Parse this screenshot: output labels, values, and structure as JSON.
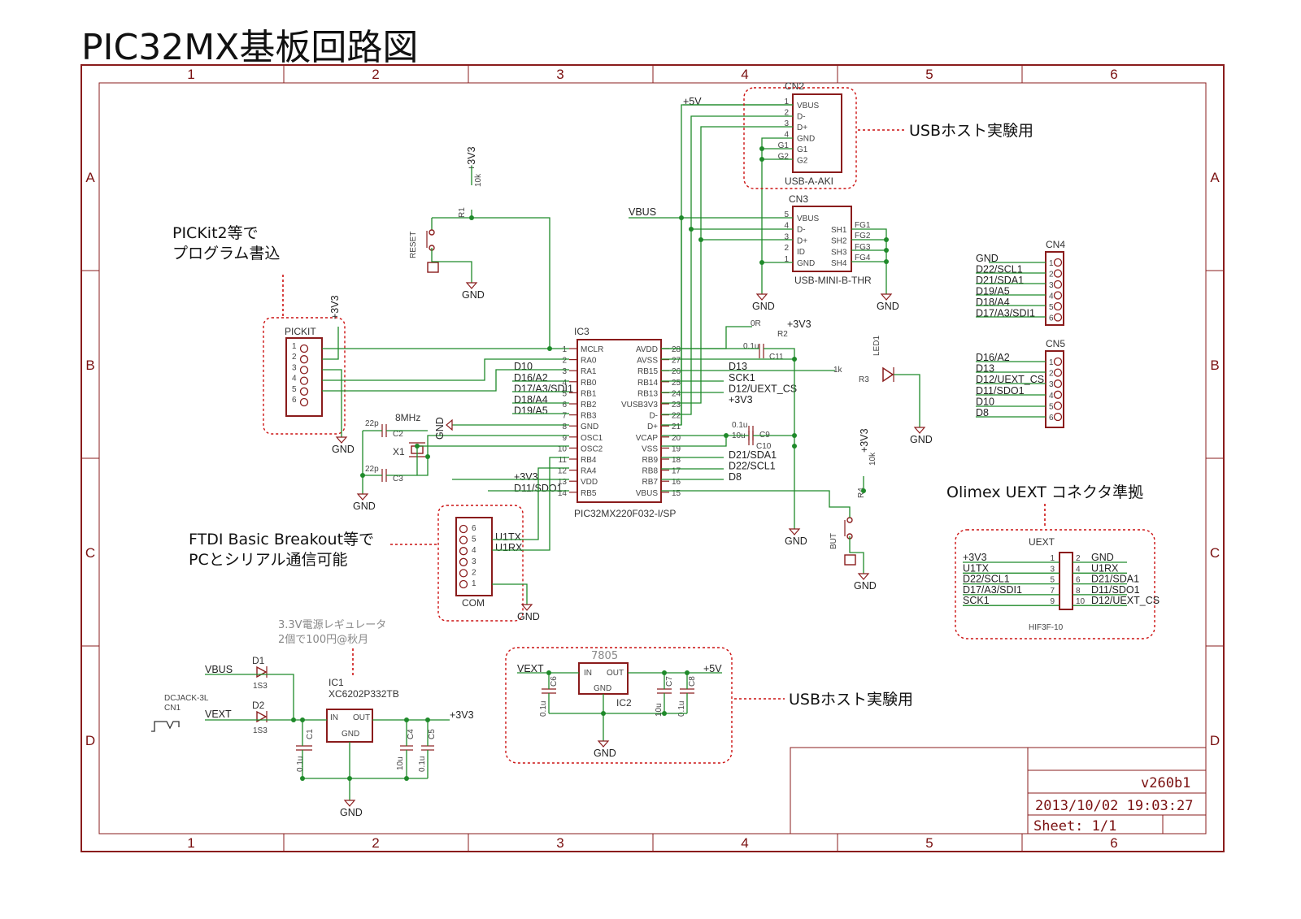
{
  "title": "PIC32MX基板回路図",
  "zones": {
    "columns": [
      "1",
      "2",
      "3",
      "4",
      "5",
      "6"
    ],
    "rows": [
      "A",
      "B",
      "C",
      "D"
    ]
  },
  "notes": {
    "usb_host_1": "USBホスト実験用",
    "usb_host_2": "USBホスト実験用",
    "pickit_line1": "PICKit2等で",
    "pickit_line2": "プログラム書込",
    "ftdi_line1": "FTDI Basic Breakout等で",
    "ftdi_line2": "PCとシリアル通信可能",
    "olimex": "Olimex UEXT コネクタ準拠",
    "reg_line1": "3.3V電源レギュレータ",
    "reg_line2": "2個で100円@秋月"
  },
  "ic3": {
    "name": "IC3",
    "part": "PIC32MX220F032-I/SP",
    "left_pins": [
      "MCLR",
      "RA0",
      "RA1",
      "RB0",
      "RB1",
      "RB2",
      "RB3",
      "GND",
      "OSC1",
      "OSC2",
      "RB4",
      "RA4",
      "VDD",
      "RB5"
    ],
    "left_nums": [
      "1",
      "2",
      "3",
      "4",
      "5",
      "6",
      "7",
      "8",
      "9",
      "10",
      "11",
      "12",
      "13",
      "14"
    ],
    "right_pins": [
      "AVDD",
      "AVSS",
      "RB15",
      "RB14",
      "RB13",
      "VUSB3V3",
      "D-",
      "D+",
      "VCAP",
      "VSS",
      "RB9",
      "RB8",
      "RB7",
      "VBUS"
    ],
    "right_nums": [
      "28",
      "27",
      "26",
      "25",
      "24",
      "23",
      "22",
      "21",
      "20",
      "19",
      "18",
      "17",
      "16",
      "15"
    ],
    "left_nets": [
      "",
      "",
      "D10",
      "D16/A2",
      "D17/A3/SDI1",
      "D18/A4",
      "D19/A5",
      "",
      "",
      "",
      "",
      "",
      "+3V3",
      "D11/SDO1"
    ],
    "right_nets": [
      "",
      "",
      "D13",
      "SCK1",
      "D12/UEXT_CS",
      "+3V3",
      "",
      "",
      "",
      "",
      "D21/SDA1",
      "D22/SCL1",
      "D8",
      ""
    ]
  },
  "cn2": {
    "name": "CN2",
    "part": "USB-A-AKI",
    "pins": [
      "VBUS",
      "D-",
      "D+",
      "GND",
      "G1",
      "G2"
    ],
    "nums": [
      "1",
      "2",
      "3",
      "4",
      "G1",
      "G2"
    ],
    "net": "+5V"
  },
  "cn3": {
    "name": "CN3",
    "part": "USB-MINI-B-THR",
    "pins": [
      "VBUS",
      "D-",
      "D+",
      "ID",
      "GND"
    ],
    "pins_right": [
      "SH1",
      "SH2",
      "SH3",
      "SH4"
    ],
    "fg": [
      "FG1",
      "FG2",
      "FG3",
      "FG4"
    ],
    "nums": [
      "5",
      "4",
      "3",
      "2",
      "1"
    ],
    "net": "VBUS"
  },
  "cn4": {
    "name": "CN4",
    "nets": [
      "GND",
      "D22/SCL1",
      "D21/SDA1",
      "D19/A5",
      "D18/A4",
      "D17/A3/SDI1"
    ],
    "nums": [
      "1",
      "2",
      "3",
      "4",
      "5",
      "6"
    ]
  },
  "cn5": {
    "name": "CN5",
    "nets": [
      "D16/A2",
      "D13",
      "D12/UEXT_CS",
      "D11/SDO1",
      "D10",
      "D8"
    ],
    "nums": [
      "1",
      "2",
      "3",
      "4",
      "5",
      "6"
    ]
  },
  "uext": {
    "name": "UEXT",
    "part": "HIF3F-10",
    "left_nets": [
      "+3V3",
      "U1TX",
      "D22/SCL1",
      "D17/A3/SDI1",
      "SCK1"
    ],
    "left_nums": [
      "1",
      "3",
      "5",
      "7",
      "9"
    ],
    "right_nets": [
      "GND",
      "U1RX",
      "D21/SDA1",
      "D11/SDO1",
      "D12/UEXT_CS"
    ],
    "right_nums": [
      "2",
      "4",
      "6",
      "8",
      "10"
    ]
  },
  "pickit": {
    "name": "PICKIT",
    "nums": [
      "1",
      "2",
      "3",
      "4",
      "5",
      "6"
    ],
    "supply": "+3V3"
  },
  "com": {
    "name": "COM",
    "nums": [
      "6",
      "5",
      "4",
      "3",
      "2",
      "1"
    ],
    "nets": [
      "U1TX",
      "U1RX"
    ]
  },
  "reset": {
    "name": "RESET",
    "r": "R1",
    "rval": "10k",
    "supply": "+3V3"
  },
  "but": {
    "name": "BUT",
    "r": "R4",
    "rval": "10k",
    "supply": "+3V3"
  },
  "led": {
    "name": "LED1",
    "r": "R3",
    "rval": "1k"
  },
  "r2": {
    "name": "R2",
    "val": "0R",
    "supply": "+3V3"
  },
  "caps": {
    "c11": [
      "C11",
      "0.1u"
    ],
    "c9": [
      "C9",
      "0.1u"
    ],
    "c10": [
      "C10",
      "10u"
    ],
    "c2": [
      "C2",
      "22p"
    ],
    "c3": [
      "C3",
      "22p"
    ],
    "c1": [
      "C1",
      "0.1u"
    ],
    "c4": [
      "C4",
      "10u"
    ],
    "c5": [
      "C5",
      "0.1u"
    ],
    "c6": [
      "C6",
      "0.1u"
    ],
    "c7": [
      "C7",
      "10u"
    ],
    "c8": [
      "C8",
      "0.1u"
    ]
  },
  "xtal": {
    "name": "X1",
    "val": "8MHz"
  },
  "ic1": {
    "name": "IC1",
    "part": "XC6202P332TB",
    "in": "IN",
    "out": "OUT",
    "gnd": "GND",
    "out_net": "+3V3"
  },
  "ic2": {
    "name": "IC2",
    "part": "7805",
    "in": "IN",
    "out": "OUT",
    "gnd": "GND",
    "in_net": "VEXT",
    "out_net": "+5V"
  },
  "diodes": {
    "d1": [
      "D1",
      "1S3"
    ],
    "d2": [
      "D2",
      "1S3"
    ],
    "vbus": "VBUS",
    "vext": "VEXT"
  },
  "dcjack": {
    "part": "DCJACK-3L",
    "name": "CN1"
  },
  "gnd": "GND",
  "titleblock": {
    "version": "v260b1",
    "date": "2013/10/02 19:03:27",
    "sheet": "Sheet: 1/1"
  }
}
